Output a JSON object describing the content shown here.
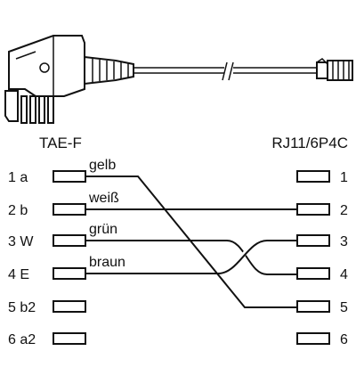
{
  "left_connector": {
    "title": "TAE-F",
    "pins": [
      "1 a",
      "2 b",
      "3 W",
      "4 E",
      "5 b2",
      "6 a2"
    ]
  },
  "right_connector": {
    "title": "RJ11/6P4C",
    "pins": [
      "1",
      "2",
      "3",
      "4",
      "5",
      "6"
    ]
  },
  "wires": [
    {
      "color": "gelb",
      "from_pin": 1,
      "to_pin": 5
    },
    {
      "color": "weiß",
      "from_pin": 2,
      "to_pin": 2
    },
    {
      "color": "grün",
      "from_pin": 3,
      "to_pin": 4
    },
    {
      "color": "braun",
      "from_pin": 4,
      "to_pin": 3
    }
  ]
}
